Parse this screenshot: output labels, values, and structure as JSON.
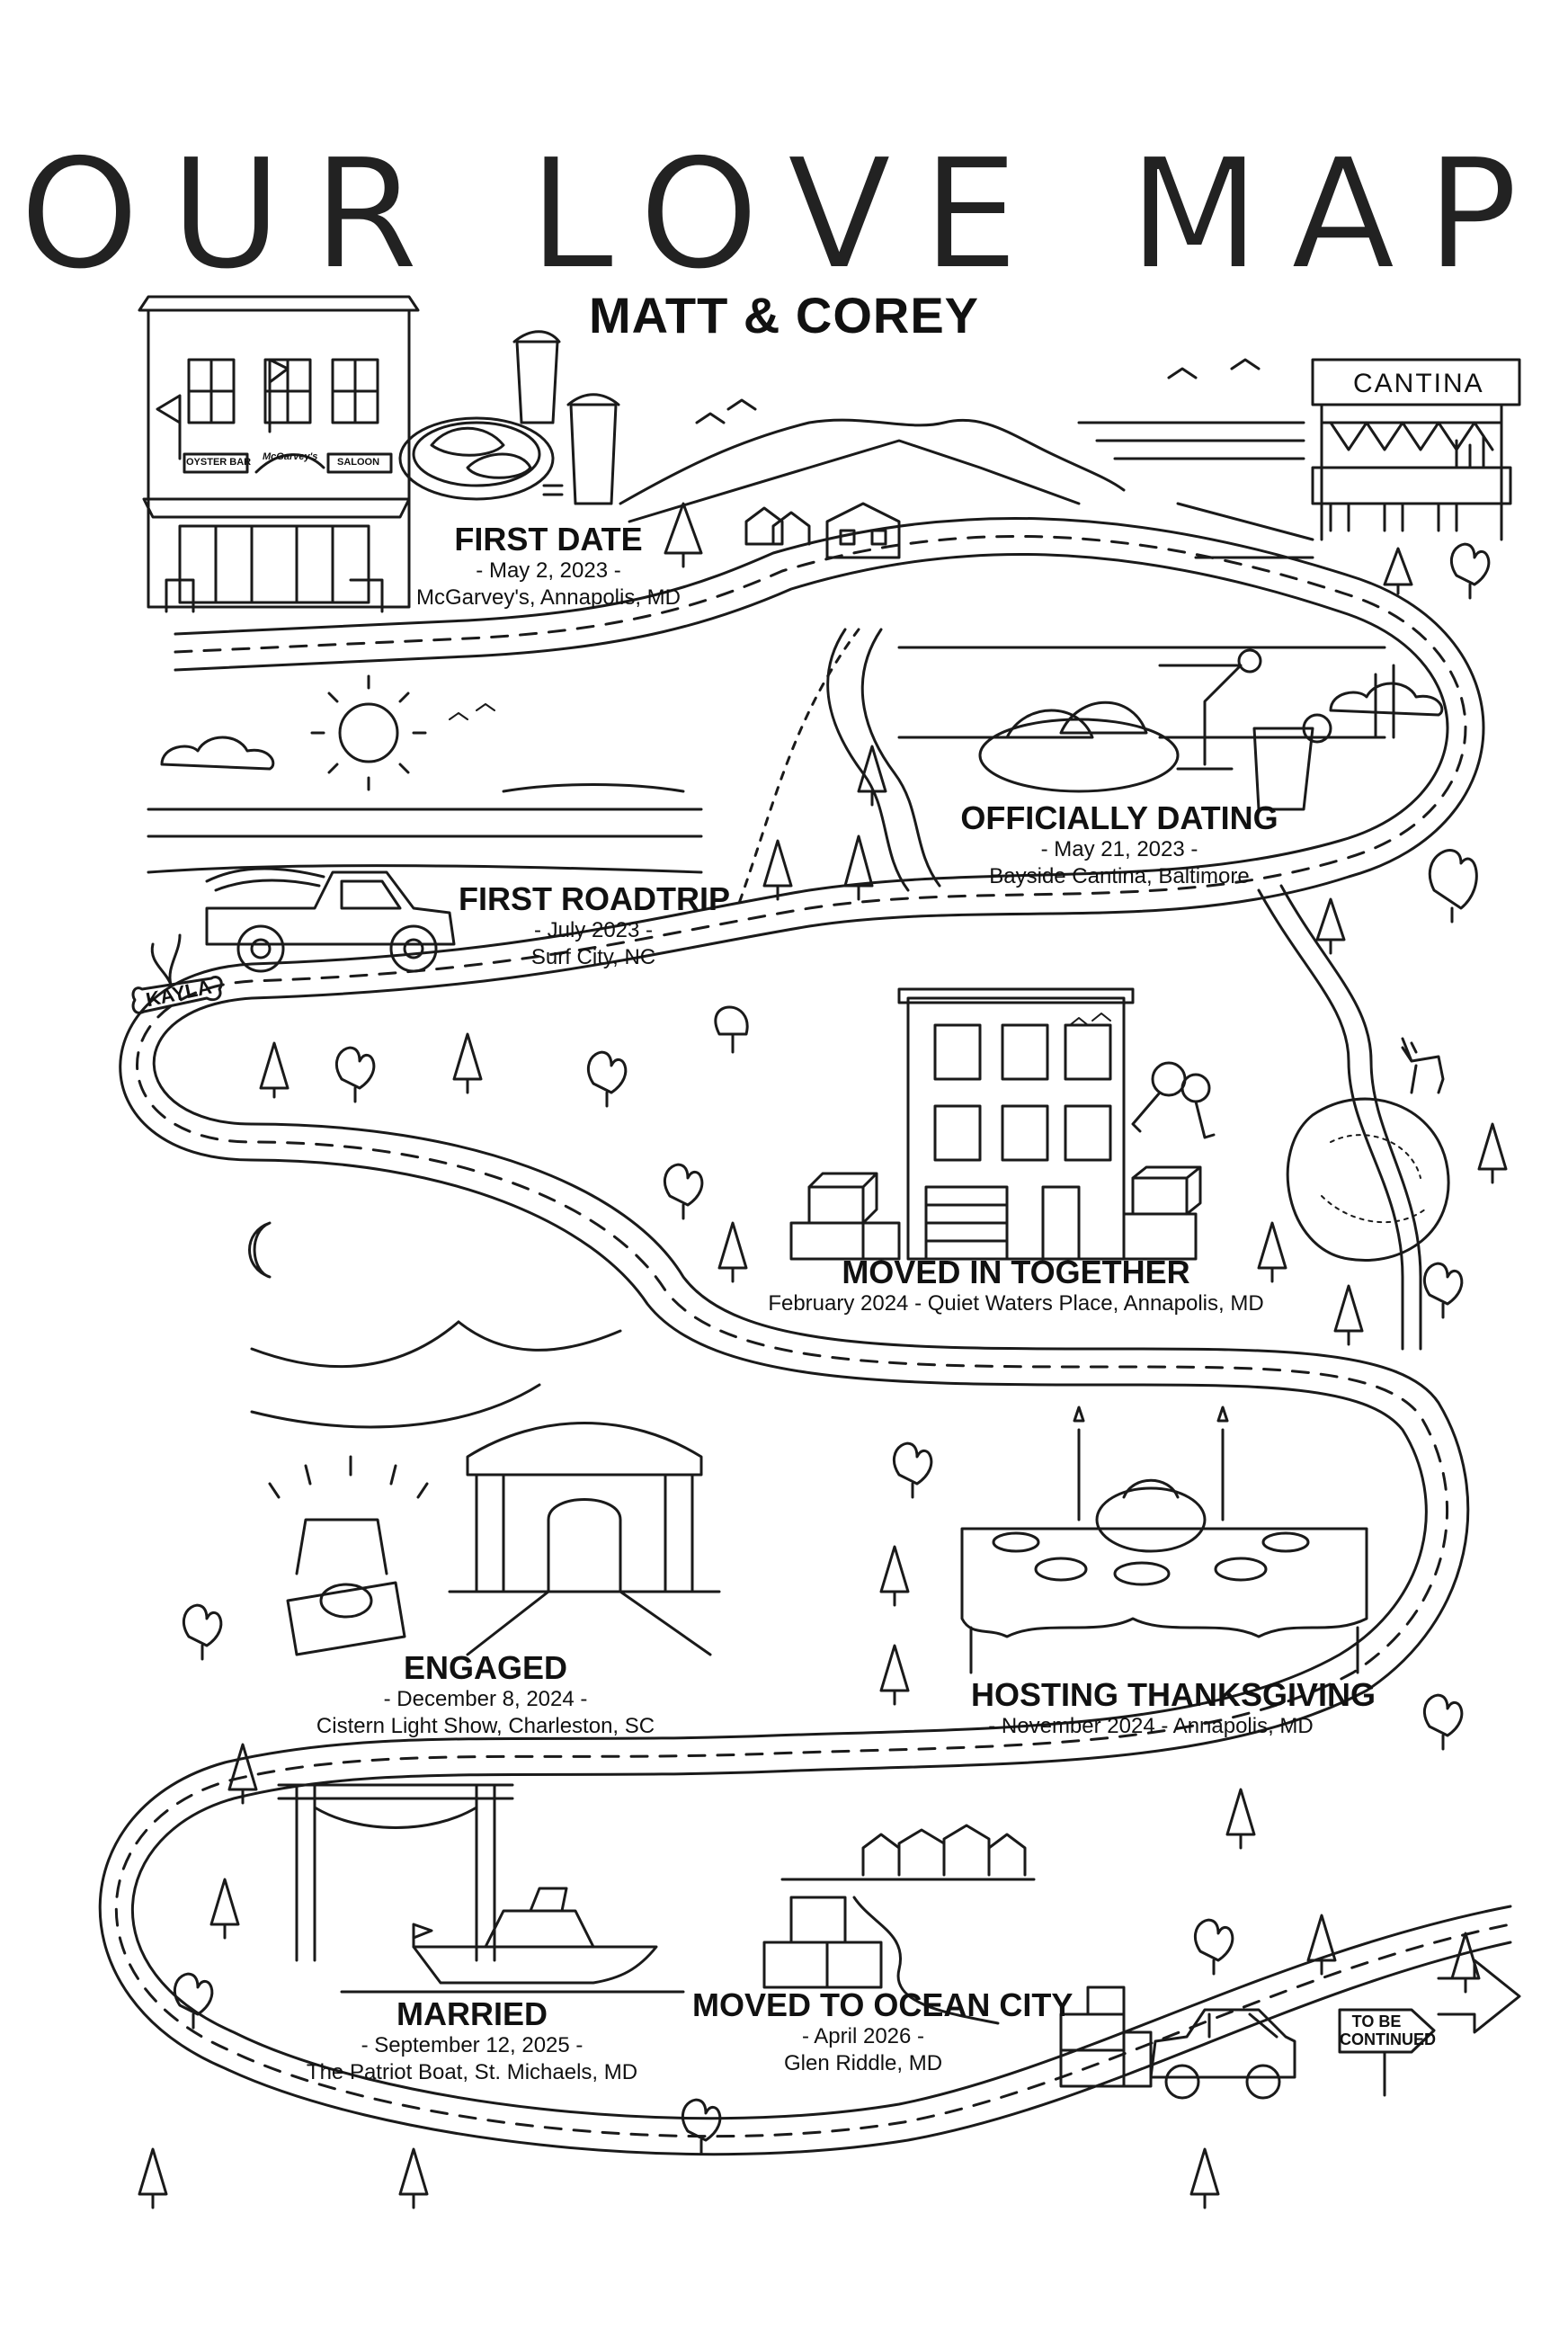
{
  "title": "OUR LOVE MAP",
  "subtitle": "MATT & COREY",
  "milestones": [
    {
      "id": "first-date",
      "heading": "FIRST DATE",
      "date": "- May 2, 2023 -",
      "place": "McGarvey's, Annapolis, MD"
    },
    {
      "id": "officially-dating",
      "heading": "OFFICIALLY DATING",
      "date": "- May 21, 2023 -",
      "place": "Bayside Cantina, Baltimore"
    },
    {
      "id": "first-roadtrip",
      "heading": "FIRST ROADTRIP",
      "date": "- July 2023 -",
      "place": "Surf City, NC"
    },
    {
      "id": "moved-in-together",
      "heading": "MOVED IN TOGETHER",
      "date": "",
      "place": "February 2024 - Quiet Waters Place, Annapolis, MD"
    },
    {
      "id": "engaged",
      "heading": "ENGAGED",
      "date": "- December 8, 2024 -",
      "place": "Cistern Light Show, Charleston, SC"
    },
    {
      "id": "hosting-thanksgiving",
      "heading": "HOSTING THANKSGIVING",
      "date": "",
      "place": "- November 2024 - Annapolis, MD"
    },
    {
      "id": "married",
      "heading": "MARRIED",
      "date": "- September 12, 2025 -",
      "place": "The Patriot Boat, St. Michaels, MD"
    },
    {
      "id": "moved-to-ocean-city",
      "heading": "MOVED TO OCEAN CITY",
      "date": "- April 2026 -",
      "place": "Glen Riddle, MD"
    }
  ],
  "signs": {
    "cantina": "CANTINA",
    "dog_tag": "KAYLA",
    "to_be_continued_line1": "TO BE",
    "to_be_continued_line2": "CONTINUED",
    "oyster_bar": "OYSTER BAR",
    "saloon": "SALOON",
    "mcgarveys": "McGarvey's"
  },
  "colors": {
    "ink": "#1a1a1a",
    "paper": "#ffffff"
  }
}
